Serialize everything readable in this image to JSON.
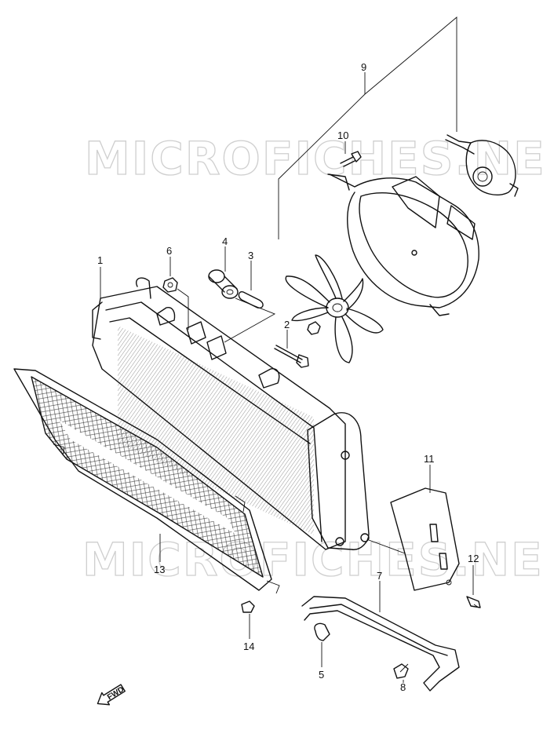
{
  "watermark": {
    "top": "MICROFICHES.NET",
    "bottom": "MICROFICHES.NET"
  },
  "direction_tag": "FWD",
  "callouts": [
    {
      "id": "c1",
      "label": "1"
    },
    {
      "id": "c2",
      "label": "2"
    },
    {
      "id": "c3",
      "label": "3"
    },
    {
      "id": "c4",
      "label": "4"
    },
    {
      "id": "c5",
      "label": "5"
    },
    {
      "id": "c6",
      "label": "6"
    },
    {
      "id": "c7",
      "label": "7"
    },
    {
      "id": "c8",
      "label": "8"
    },
    {
      "id": "c9",
      "label": "9"
    },
    {
      "id": "c10",
      "label": "10"
    },
    {
      "id": "c11",
      "label": "11"
    },
    {
      "id": "c12",
      "label": "12"
    },
    {
      "id": "c13",
      "label": "13"
    },
    {
      "id": "c14",
      "label": "14"
    }
  ]
}
